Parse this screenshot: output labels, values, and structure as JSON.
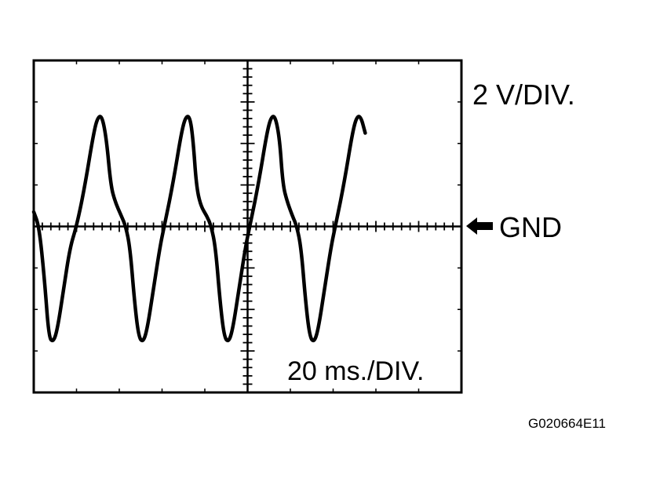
{
  "figure": {
    "id_label": "G020664E11",
    "volts_per_div_label": "2 V/DIV.",
    "time_per_div_label": "20 ms./DIV.",
    "ground_label": "GND",
    "ground_marker_icon": "arrow-left-icon",
    "line_color": "#000000",
    "background_color": "#ffffff"
  },
  "chart_data": {
    "type": "line",
    "title": "Oscilloscope waveform",
    "xlabel": "20 ms./DIV.",
    "ylabel": "2 V/DIV.",
    "grid": {
      "x_divisions": 10,
      "y_divisions": 8,
      "x_per_div_ms": 20,
      "y_per_div_v": 2,
      "ground_div_from_top": 4
    },
    "xlim_ms": [
      0,
      200
    ],
    "ylim_v": [
      -8,
      8
    ],
    "annotations": [
      "2 V/DIV.",
      "GND",
      "20 ms./DIV."
    ],
    "series": [
      {
        "name": "signal",
        "approx_period_ms": 51,
        "approx_peak_v": 5.3,
        "approx_trough_v": -5.6,
        "points_ms_v": [
          [
            0,
            0.7
          ],
          [
            2.5,
            0.0
          ],
          [
            5,
            -2.5
          ],
          [
            7,
            -5.3
          ],
          [
            9,
            -5.6
          ],
          [
            11,
            -5.0
          ],
          [
            14,
            -3.0
          ],
          [
            17,
            -1.0
          ],
          [
            20,
            0.0
          ],
          [
            24,
            2.0
          ],
          [
            28,
            4.5
          ],
          [
            30,
            5.3
          ],
          [
            32,
            5.3
          ],
          [
            34,
            4.2
          ],
          [
            36,
            2.0
          ],
          [
            38,
            1.2
          ],
          [
            41,
            0.5
          ],
          [
            43,
            0.0
          ],
          [
            45,
            -1.0
          ],
          [
            47,
            -3.5
          ],
          [
            49,
            -5.3
          ],
          [
            51,
            -5.6
          ],
          [
            53,
            -5.0
          ],
          [
            56,
            -3.0
          ],
          [
            59,
            -1.0
          ],
          [
            61,
            0.0
          ],
          [
            65,
            2.0
          ],
          [
            69,
            4.5
          ],
          [
            71,
            5.3
          ],
          [
            73,
            5.3
          ],
          [
            74.5,
            4.2
          ],
          [
            76,
            2.0
          ],
          [
            78,
            1.0
          ],
          [
            81,
            0.5
          ],
          [
            83,
            0.0
          ],
          [
            85,
            -1.0
          ],
          [
            87,
            -3.5
          ],
          [
            89,
            -5.3
          ],
          [
            91,
            -5.6
          ],
          [
            93,
            -5.0
          ],
          [
            96,
            -3.0
          ],
          [
            99,
            -1.0
          ],
          [
            101,
            0.0
          ],
          [
            105,
            2.0
          ],
          [
            109,
            4.5
          ],
          [
            111,
            5.3
          ],
          [
            113,
            5.3
          ],
          [
            115,
            4.2
          ],
          [
            116.5,
            2.0
          ],
          [
            118.5,
            1.2
          ],
          [
            121,
            0.5
          ],
          [
            123,
            0.0
          ],
          [
            125,
            -1.0
          ],
          [
            127,
            -3.5
          ],
          [
            129,
            -5.3
          ],
          [
            131,
            -5.6
          ],
          [
            133,
            -5.0
          ],
          [
            136,
            -3.0
          ],
          [
            139,
            -1.0
          ],
          [
            141,
            0.0
          ],
          [
            145,
            2.0
          ],
          [
            149,
            4.5
          ],
          [
            151,
            5.3
          ],
          [
            153,
            5.3
          ],
          [
            155,
            4.5
          ]
        ]
      }
    ]
  }
}
